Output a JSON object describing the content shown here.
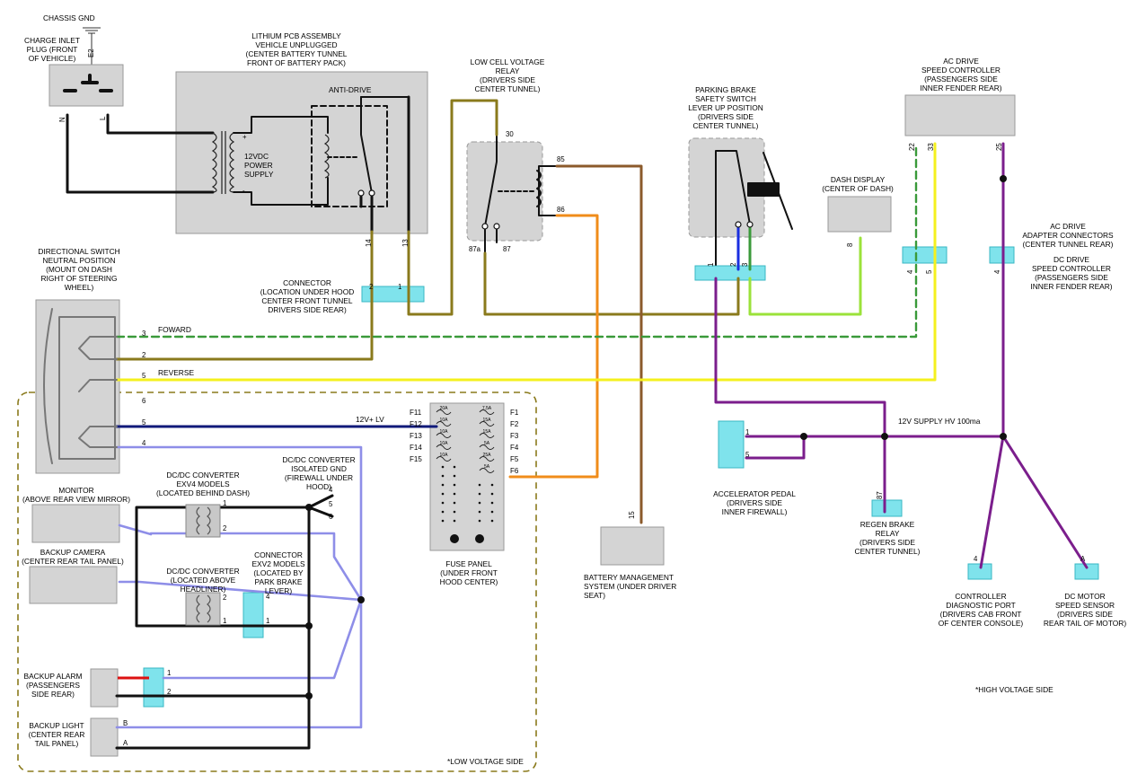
{
  "colors": {
    "black_wire": "#111111",
    "olive_wire": "#8a7a1c",
    "brown_wire": "#8b5a2b",
    "orange_wire": "#f08c1a",
    "green_wire": "#3a9a3a",
    "yellow_wire": "#f4f01e",
    "lime_wire": "#9be23a",
    "purple_wire": "#7b1e8c",
    "lavender_wire": "#8e8ee8",
    "navy_wire": "#101a7a",
    "red_wire": "#dd1111",
    "blue_wire": "#1a2ee0",
    "connector_fill": "#7fe3ec",
    "component_fill": "#d4d4d4"
  },
  "labels": {
    "chassis_gnd": "CHASSIS GND",
    "charge_inlet": [
      "CHARGE INLET",
      "PLUG (FRONT",
      "OF VEHICLE)"
    ],
    "lithium_pcb": [
      "LITHIUM PCB ASSEMBLY",
      "VEHICLE UNPLUGGED",
      "(CENTER BATTERY TUNNEL",
      "FRONT OF BATTERY PACK)"
    ],
    "anti_drive": "ANTI-DRIVE",
    "power_supply": [
      "12VDC",
      "POWER",
      "SUPPLY"
    ],
    "low_cell_relay": [
      "LOW CELL VOLTAGE",
      "RELAY",
      "(DRIVERS SIDE",
      "CENTER TUNNEL)"
    ],
    "parking_brake": [
      "PARKING BRAKE",
      "SAFETY SWITCH",
      "LEVER UP POSITION",
      "(DRIVERS SIDE",
      "CENTER TUNNEL)"
    ],
    "ac_drive_controller": [
      "AC DRIVE",
      "SPEED CONTROLLER",
      "(PASSENGERS SIDE",
      "INNER FENDER REAR)"
    ],
    "dash_display": [
      "DASH DISPLAY",
      "(CENTER OF DASH)"
    ],
    "ac_drive_adapter": [
      "AC DRIVE",
      "ADAPTER CONNECTORS",
      "(CENTER TUNNEL REAR)"
    ],
    "dc_drive_controller": [
      "DC DRIVE",
      "SPEED CONTROLLER",
      "(PASSENGERS SIDE",
      "INNER FENDER REAR)"
    ],
    "connector_hood": [
      "CONNECTOR",
      "(LOCATION UNDER HOOD",
      "CENTER FRONT TUNNEL",
      "DRIVERS SIDE REAR)"
    ],
    "directional_switch": [
      "DIRECTIONAL SWITCH",
      "NEUTRAL POSITION",
      "(MOUNT ON DASH",
      "RIGHT OF STEERING",
      "WHEEL)"
    ],
    "foward": "FOWARD",
    "reverse": "REVERSE",
    "v12_lv": "12V+ LV",
    "dcdc_isolated": [
      "DC/DC CONVERTER",
      "ISOLATED GND",
      "(FIREWALL UNDER",
      "HOOD)"
    ],
    "dcdc_exv4": [
      "DC/DC CONVERTER",
      "EXV4 MODELS",
      "(LOCATED BEHIND DASH)"
    ],
    "monitor": [
      "MONITOR",
      "(ABOVE REAR VIEW MIRROR)"
    ],
    "backup_camera": [
      "BACKUP CAMERA",
      "(CENTER REAR TAIL PANEL)"
    ],
    "dcdc_headliner": [
      "DC/DC CONVERTER",
      "(LOCATED ABOVE",
      "HEADLINER)"
    ],
    "connector_exv2": [
      "CONNECTOR",
      "EXV2 MODELS",
      "(LOCATED BY",
      "PARK BRAKE",
      "LEVER)"
    ],
    "backup_alarm": [
      "BACKUP ALARM",
      "(PASSENGERS",
      "SIDE REAR)"
    ],
    "backup_light": [
      "BACKUP LIGHT",
      "(CENTER REAR",
      "TAIL PANEL)"
    ],
    "low_voltage_side": "*LOW VOLTAGE SIDE",
    "fuse_panel": [
      "FUSE PANEL",
      "(UNDER FRONT",
      "HOOD CENTER)"
    ],
    "bms": [
      "BATTERY MANAGEMENT",
      "SYSTEM (UNDER DRIVER",
      "SEAT)"
    ],
    "supply_hv": "12V SUPPLY HV 100ma",
    "accel_pedal": [
      "ACCELERATOR PEDAL",
      "(DRIVERS SIDE",
      "INNER FIREWALL)"
    ],
    "regen_relay": [
      "REGEN BRAKE",
      "RELAY",
      "(DRIVERS SIDE",
      "CENTER TUNNEL)"
    ],
    "diag_port": [
      "CONTROLLER",
      "DIAGNOSTIC PORT",
      "(DRIVERS CAB FRONT",
      "OF CENTER CONSOLE)"
    ],
    "motor_sensor": [
      "DC MOTOR",
      "SPEED SENSOR",
      "(DRIVERS SIDE",
      "REAR TAIL OF MOTOR)"
    ],
    "high_voltage_side": "*HIGH VOLTAGE SIDE"
  },
  "pins": {
    "e2": "E2",
    "n": "N",
    "l": "L",
    "plus": "+",
    "minus": "-",
    "p14": "14",
    "p13": "13",
    "p30": "30",
    "p85": "85",
    "p86": "86",
    "p87a": "87a",
    "p87": "87",
    "p22": "22",
    "p33": "33",
    "p25": "25",
    "p8": "8",
    "p1": "1",
    "p2": "2",
    "p3": "3",
    "p4": "4",
    "p5": "5",
    "p6": "6",
    "p15": "15",
    "pA": "A",
    "pB": "B"
  },
  "fuses": {
    "left_ids": [
      "F11",
      "F12",
      "F13",
      "F14",
      "F15"
    ],
    "left_ratings": [
      "20A",
      "10A",
      "10A",
      "10A",
      "10A"
    ],
    "right_ids": [
      "F1",
      "F2",
      "F3",
      "F4",
      "F5",
      "F6"
    ],
    "right_ratings": [
      "7.5A",
      "15A",
      "15A",
      "5A",
      "25A",
      "5A"
    ]
  }
}
